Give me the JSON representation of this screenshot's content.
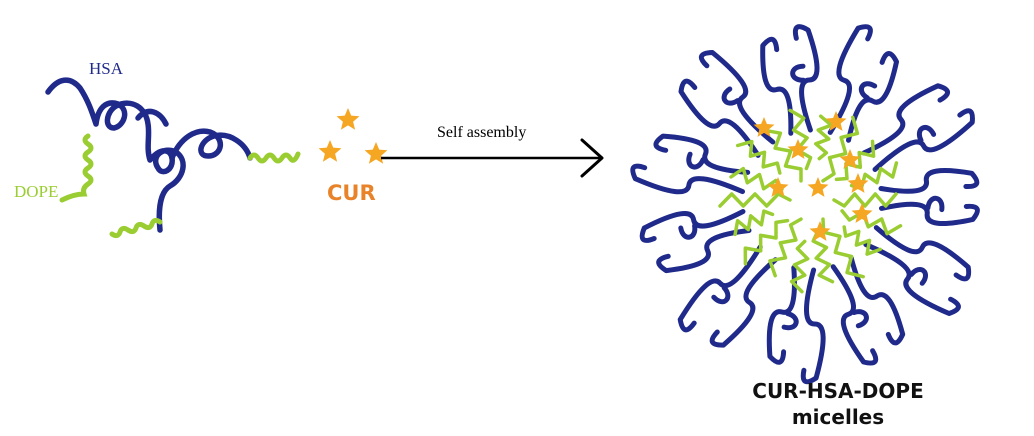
{
  "labels": {
    "hsa": "HSA",
    "dope": "DOPE",
    "cur": "CUR",
    "process": "Self assembly",
    "product_line1": "CUR-HSA-DOPE",
    "product_line2": "micelles"
  },
  "colors": {
    "hsa": "#1f2a8a",
    "dope": "#9acd32",
    "cur": "#f5a623",
    "cur_text": "#e8832a",
    "arrow": "#000000"
  },
  "icons": {
    "drug": "star",
    "process_arrow": "right-arrow"
  }
}
